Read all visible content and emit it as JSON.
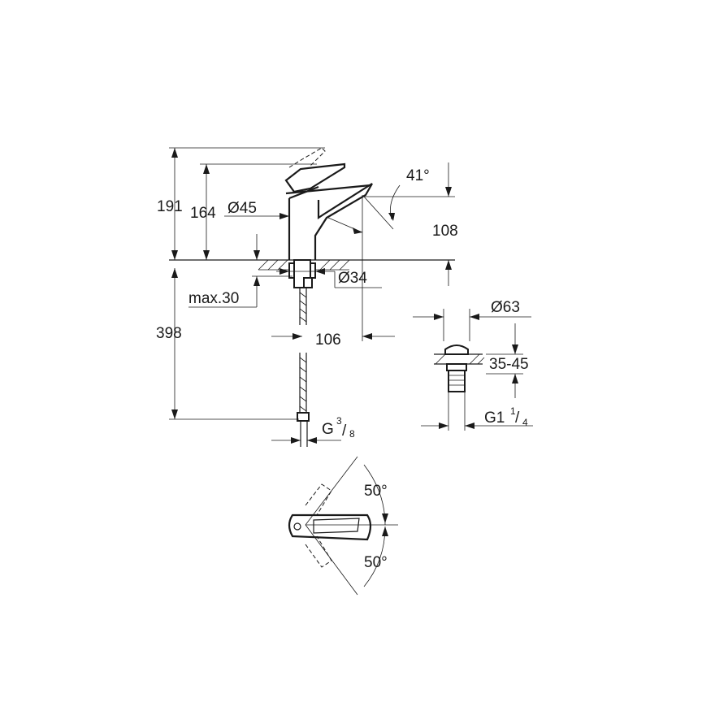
{
  "dimensions": {
    "total_height": "191",
    "spout_height": "164",
    "body_diameter": "Ø45",
    "lever_angle": "41°",
    "spout_clearance": "108",
    "base_diameter": "Ø34",
    "counter_thickness": "max.30",
    "hose_length": "398",
    "spout_reach": "106",
    "waste_diameter": "Ø63",
    "waste_range": "35-45",
    "hose_thread": "G",
    "hose_thread_num": "3",
    "hose_thread_den": "8",
    "waste_thread": "G1",
    "waste_thread_num": "1",
    "waste_thread_den": "4",
    "rotation_up": "50°",
    "rotation_down": "50°"
  }
}
